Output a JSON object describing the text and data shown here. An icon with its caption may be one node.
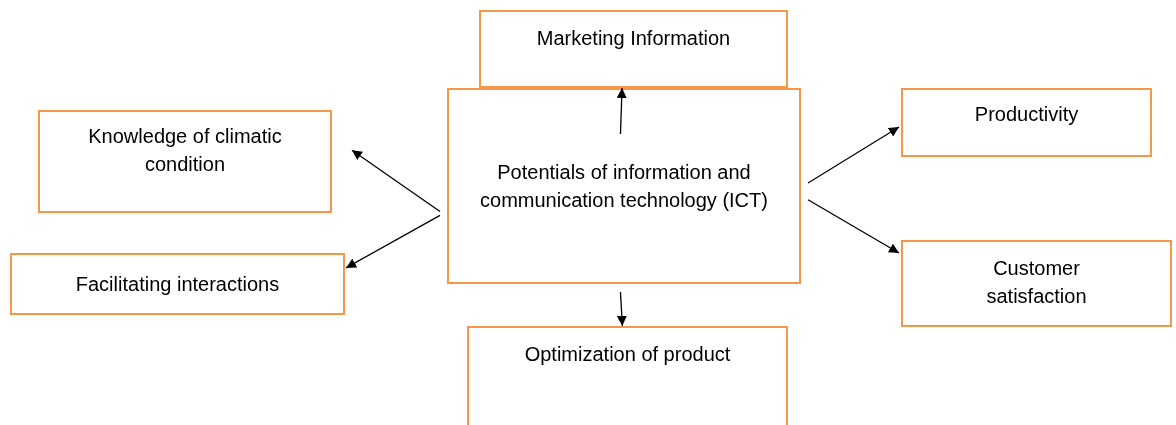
{
  "diagram": {
    "nodes": [
      {
        "text": [
          "Marketing Information"
        ]
      },
      {
        "text": [
          "Knowledge of climatic condition"
        ]
      },
      {
        "text": [
          "Potentials of information and communication technology (ICT)"
        ]
      },
      {
        "text": [
          "Productivity"
        ]
      },
      {
        "text": [
          "Facilitating interactions"
        ]
      },
      {
        "text": [
          "Customer satisfaction"
        ]
      },
      {
        "text": [
          "Optimization of product"
        ]
      }
    ],
    "edges": [
      {
        "from": 2,
        "to": 0,
        "arrow": "to"
      },
      {
        "from": 2,
        "to": 1,
        "arrow": "to"
      },
      {
        "from": 2,
        "to": 4,
        "arrow": "to"
      },
      {
        "from": 2,
        "to": 3,
        "arrow": "to"
      },
      {
        "from": 2,
        "to": 5,
        "arrow": "to"
      },
      {
        "from": 2,
        "to": 6,
        "arrow": "to"
      }
    ]
  }
}
